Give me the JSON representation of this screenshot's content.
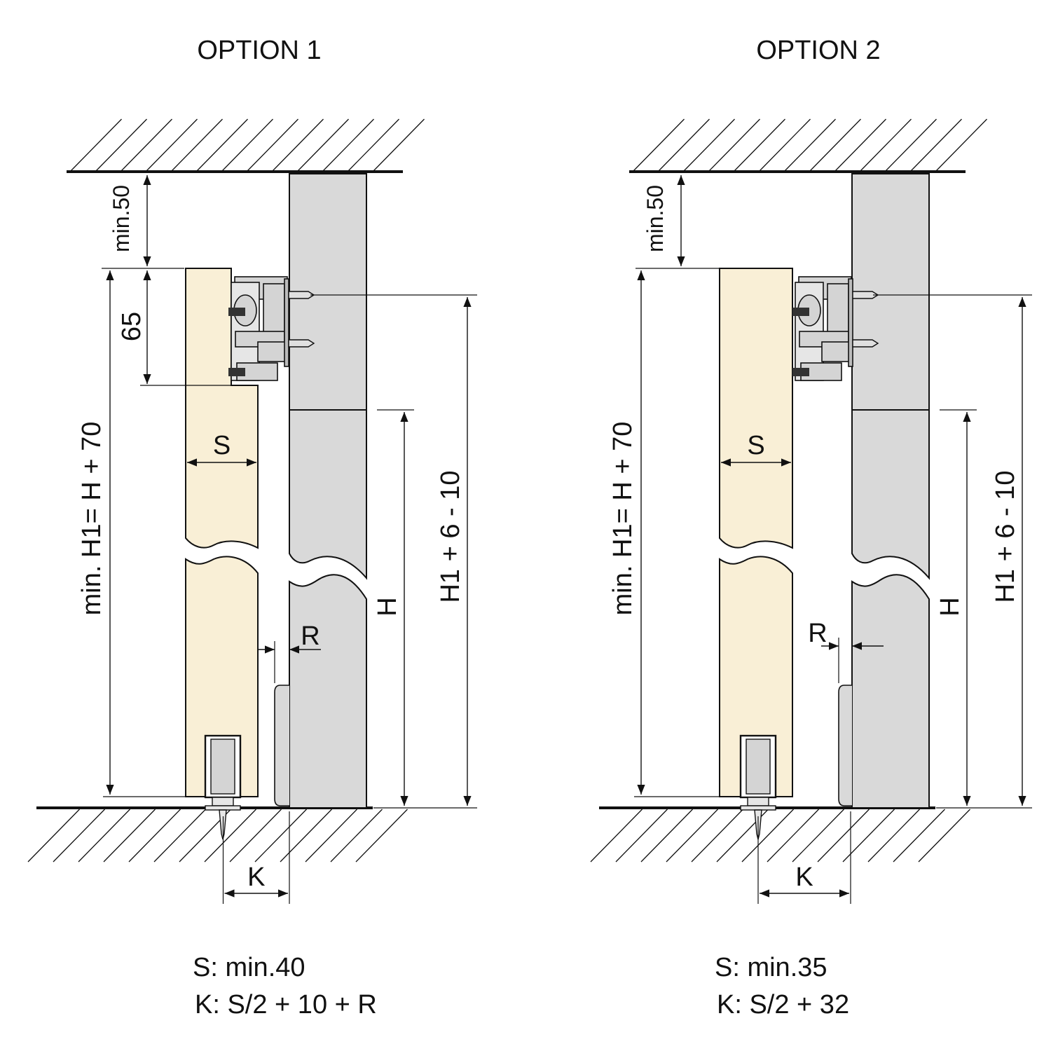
{
  "options": [
    {
      "title": "OPTION 1",
      "labels": {
        "min50": "min.50",
        "h65": "65",
        "h1": "min. H1= H + 70",
        "s": "S",
        "r": "R",
        "h": "H",
        "h1range": "H1 + 6 - 10",
        "k": "K"
      },
      "notes": [
        "S: min.40",
        "K: S/2 + 10 + R"
      ]
    },
    {
      "title": "OPTION 2",
      "labels": {
        "min50": "min.50",
        "h1": "min. H1= H + 70",
        "s": "S",
        "r": "R",
        "h": "H",
        "h1range": "H1 + 6 - 10",
        "k": "K"
      },
      "notes": [
        "S: min.35",
        "K: S/2 + 32"
      ]
    }
  ],
  "colors": {
    "door": "#f9efd6",
    "panel": "#d9d9d9",
    "hardware": "#d4d4d4",
    "line": "#111111"
  }
}
